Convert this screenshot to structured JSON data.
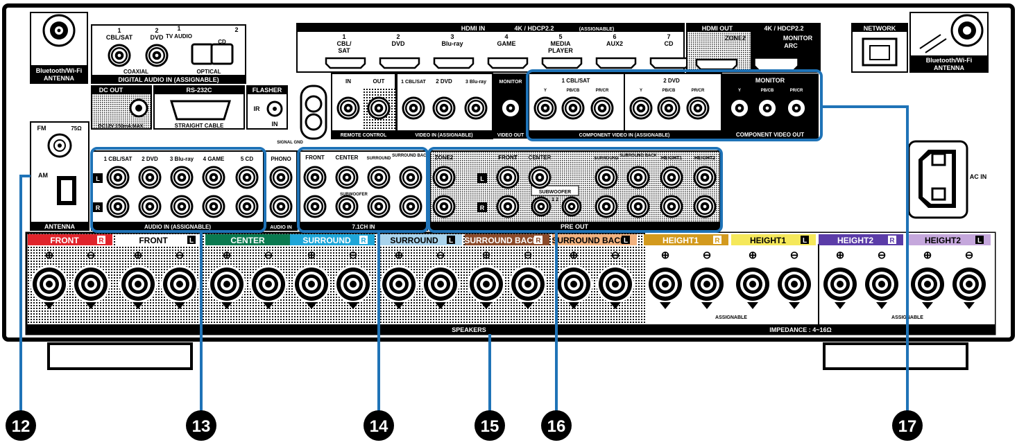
{
  "top_left": {
    "bt_antenna": "Bluetooth/Wi-Fi ANTENNA",
    "digital_audio": {
      "coax1_num": "1",
      "coax1_name": "CBL/SAT",
      "coax2_num": "2",
      "coax2_name": "DVD",
      "opt1_num": "1",
      "opt1_name": "TV AUDIO",
      "opt2_num": "2",
      "opt2_name": "CD",
      "coaxial": "COAXIAL",
      "optical": "OPTICAL",
      "title": "DIGITAL AUDIO IN (ASSIGNABLE)"
    },
    "dc_out": "DC OUT",
    "dc_spec": "DC12V 150mA MAX.",
    "rs232c": "RS-232C",
    "straight_cable": "STRAIGHT CABLE",
    "flasher": "FLASHER",
    "flasher_ir": "IR",
    "flasher_in": "IN",
    "signal_gnd": "SIGNAL GND"
  },
  "hdmi_in": {
    "title": "HDMI IN",
    "spec": "4K / HDCP2.2",
    "assign": "(ASSIGNABLE)",
    "ports": [
      {
        "num": "1",
        "name": "CBL/ SAT"
      },
      {
        "num": "2",
        "name": "DVD"
      },
      {
        "num": "3",
        "name": "Blu-ray"
      },
      {
        "num": "4",
        "name": "GAME"
      },
      {
        "num": "5",
        "name": "MEDIA PLAYER"
      },
      {
        "num": "6",
        "name": "AUX2"
      },
      {
        "num": "7",
        "name": "CD"
      }
    ]
  },
  "hdmi_out": {
    "title": "HDMI OUT",
    "spec": "4K / HDCP2.2",
    "zone2": "ZONE2",
    "monitor": "MONITOR",
    "arc": "ARC"
  },
  "network": {
    "title": "NETWORK",
    "bt_antenna": "Bluetooth/Wi-Fi ANTENNA"
  },
  "remote": {
    "in": "IN",
    "out": "OUT",
    "title": "REMOTE CONTROL"
  },
  "video_in": {
    "labels": [
      "1 CBL/SAT",
      "2 DVD",
      "3 Blu-ray"
    ],
    "title": "VIDEO IN (ASSIGNABLE)",
    "monitor": "MONITOR",
    "video_out": "VIDEO OUT"
  },
  "component_in": {
    "g1": "1 CBL/SAT",
    "g2": "2 DVD",
    "y": "Y",
    "pb": "PB/CB",
    "pr": "PR/CR",
    "title": "COMPONENT VIDEO IN (ASSIGNABLE)"
  },
  "component_out": {
    "monitor": "MONITOR",
    "title": "COMPONENT VIDEO OUT"
  },
  "antenna": {
    "fm": "FM",
    "ohm": "75Ω",
    "am": "AM",
    "title": "ANTENNA"
  },
  "audio_in": {
    "labels": [
      "1 CBL/SAT",
      "2 DVD",
      "3 Blu-ray",
      "4 GAME",
      "5 CD"
    ],
    "l": "L",
    "r": "R",
    "title": "AUDIO IN (ASSIGNABLE)"
  },
  "phono": {
    "label": "PHONO",
    "title": "AUDIO IN"
  },
  "ch71": {
    "front": "FRONT",
    "center": "CENTER",
    "surround": "SURROUND",
    "surround_back": "SURROUND BACK",
    "subwoofer": "SUBWOOFER",
    "title": "7.1CH IN"
  },
  "preout": {
    "zone2": "ZONE2",
    "front": "FRONT",
    "center": "CENTER",
    "subwoofer": "SUBWOOFER",
    "sub_nums": "1  2",
    "surround": "SURROUND",
    "surround_back": "SURROUND BACK",
    "height1": "HEIGHT1",
    "height2": "HEIGHT2",
    "title": "PRE OUT"
  },
  "ac_in": "AC IN",
  "speakers": {
    "labels": [
      {
        "name": "FRONT",
        "side": "R",
        "color": "#e0242b"
      },
      {
        "name": "FRONT",
        "side": "L",
        "color": "#ffffff"
      },
      {
        "name": "CENTER",
        "side": "",
        "color": "#0a7a50"
      },
      {
        "name": "SURROUND",
        "side": "R",
        "color": "#1ea6d8"
      },
      {
        "name": "SURROUND",
        "side": "L",
        "color": "#a9d3ec"
      },
      {
        "name": "SURROUND BACK",
        "side": "R",
        "color": "#8b4a2a"
      },
      {
        "name": "SURROUND BACK",
        "side": "L",
        "color": "#f2b27f"
      },
      {
        "name": "HEIGHT1",
        "side": "R",
        "color": "#d39a1e"
      },
      {
        "name": "HEIGHT1",
        "side": "L",
        "color": "#f5e85a"
      },
      {
        "name": "HEIGHT2",
        "side": "R",
        "color": "#5b3ca8"
      },
      {
        "name": "HEIGHT2",
        "side": "L",
        "color": "#c5a7dc"
      }
    ],
    "plus": "⊕",
    "minus": "⊖",
    "assignable": "ASSIGNABLE",
    "title": "SPEAKERS",
    "impedance": "IMPEDANCE : 4~16Ω"
  },
  "callouts": [
    "12",
    "13",
    "14",
    "15",
    "16",
    "17"
  ],
  "colors": {
    "highlight": "#1f73b7"
  }
}
